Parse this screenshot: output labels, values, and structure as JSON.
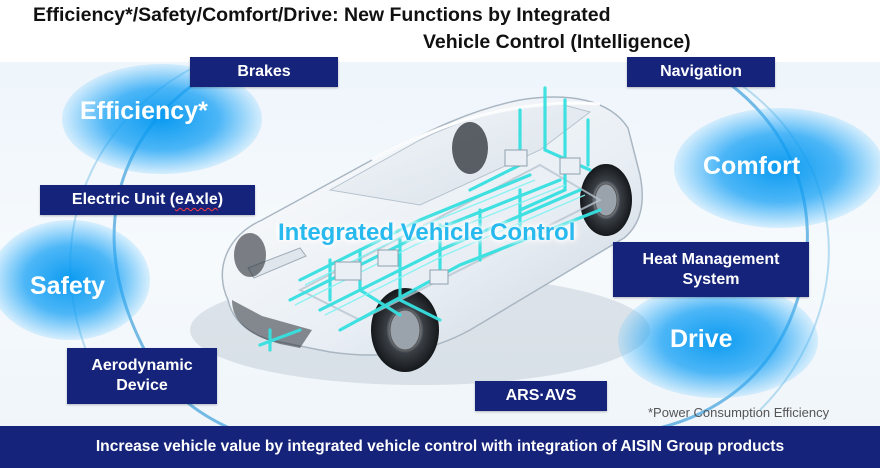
{
  "title": {
    "line1": "Efficiency*/Safety/Comfort/Drive: New Functions by Integrated",
    "line2": "Vehicle Control (Intelligence)"
  },
  "center_label": "Integrated Vehicle Control",
  "categories": {
    "efficiency": "Efficiency*",
    "safety": "Safety",
    "comfort": "Comfort",
    "drive": "Drive"
  },
  "components": {
    "brakes": "Brakes",
    "navigation": "Navigation",
    "electric_unit_prefix": "Electric Unit (",
    "electric_unit_code": "eAxle",
    "electric_unit_suffix": ")",
    "heat_management": "Heat Management System",
    "aerodynamic_device": "Aerodynamic Device",
    "ars_avs": "ARS·AVS"
  },
  "footnote": "*Power Consumption Efficiency",
  "footer": "Increase vehicle value by integrated vehicle control with integration of AISIN Group products",
  "colors": {
    "label_bg": "#16237a",
    "glow": "#0a96f0",
    "network_lines": "#36e0e0",
    "center_text": "#28b9ee"
  }
}
